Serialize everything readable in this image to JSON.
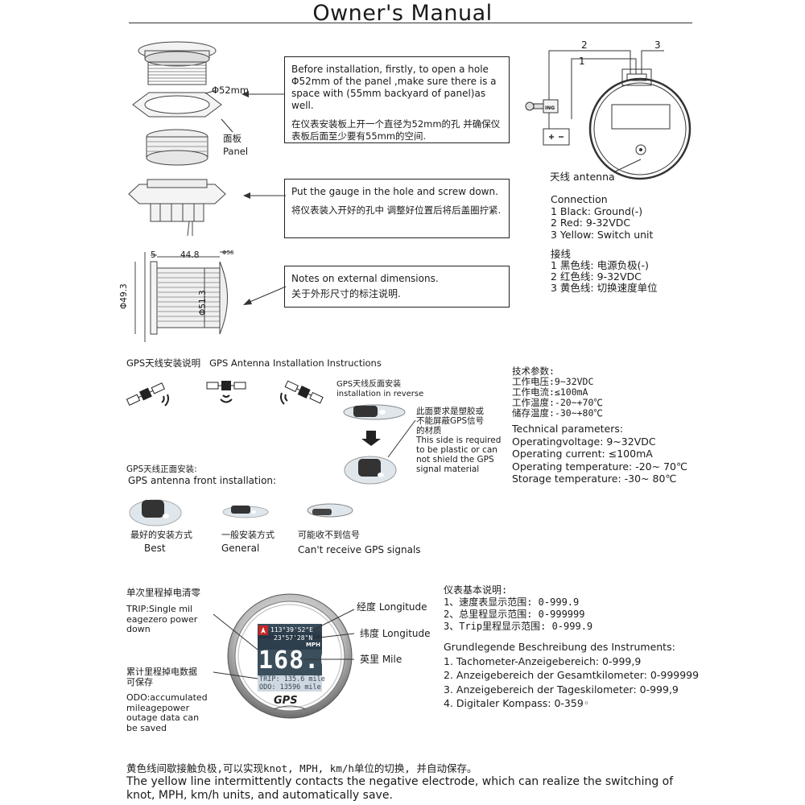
{
  "title": "Owner's Manual",
  "install": {
    "hole_label": "Φ52mm",
    "panel_zh": "面板",
    "panel_en": "Panel",
    "box1_en": "Before installation, firstly, to open a hole Φ52mm of the panel ,make sure there is a space with (55mm backyard of panel)as well.",
    "box1_zh": "在仪表安装板上开一个直径为52mm的孔 并确保仪表板后面至少要有55mm的空间.",
    "box2_en": "Put the gauge in the hole and screw down.",
    "box2_zh": "将仪表装入开好的孔中 调整好位置后将后盖圈拧紧.",
    "box3_en": "Notes on external dimensions.",
    "box3_zh": "关于外形尺寸的标注说明.",
    "dim_5": "5",
    "dim_448": "44.8",
    "dim_top": "Φ58",
    "dim_493": "Φ49.3",
    "dim_513": "Φ51.3"
  },
  "wiring": {
    "num1": "1",
    "num2": "2",
    "num3": "3",
    "ing": "ING",
    "antenna_zh": "天线",
    "antenna_en": "antenna",
    "conn_title": "Connection",
    "conn": [
      "1 Black: Ground(-)",
      "2 Red: 9-32VDC",
      "3 Yellow: Switch unit"
    ],
    "conn_zh_title": "接线",
    "conn_zh": [
      "1 黑色线: 电源负极(-)",
      "2 红色线:  9-32VDC",
      "3 黄色线: 切换速度单位"
    ]
  },
  "gps": {
    "heading_zh": "GPS天线安装说明",
    "heading_en": "GPS Antenna Installation Instructions",
    "reverse_zh": "GPS天线反面安装",
    "reverse_en": "installation in reverse",
    "note_zh1": "此面要求是塑胶或",
    "note_zh2": "不能屏蔽GPS信号",
    "note_zh3": "的材质",
    "note_en1": "This side is required",
    "note_en2": " to be plastic or can",
    "note_en3": "not shield the GPS",
    "note_en4": "signal material",
    "front_zh": "GPS天线正面安装:",
    "front_en": "GPS antenna front installation:",
    "best_zh": "最好的安装方式",
    "best_en": "Best",
    "general_zh": "一般安装方式",
    "general_en": "General",
    "cant_zh": "可能收不到信号",
    "cant_en": "Can't receive  GPS signals"
  },
  "tech": {
    "zh_title": "技术参数:",
    "zh": [
      "工作电压:9~32VDC",
      "工作电流:≤100mA",
      "工作温度:-20~+70℃",
      "储存温度:-30~+80℃"
    ],
    "en_title": "Technical parameters:",
    "en": [
      "Operatingvoltage: 9~32VDC",
      "Operating current: ≤100mA",
      "Operating temperature: -20~ 70℃",
      "Storage temperature: -30~ 80℃"
    ]
  },
  "gauge": {
    "trip_zh": "单次里程掉电清零",
    "trip_en1": "TRIP:Single mil",
    "trip_en2": "eagezero power",
    "trip_en3": " down",
    "odo_zh1": "累计里程掉电数据",
    "odo_zh2": "可保存",
    "odo_en1": "ODO:accumulated",
    "odo_en2": "  mileagepower",
    "odo_en3": "outage data can",
    "odo_en4": "be saved",
    "lon_label": "经度 Longitude",
    "lat_label": "纬度 Longitude",
    "mile_label": "英里 Mile",
    "coord1": "113°39'52\"E",
    "coord2": "23°57'28\"N",
    "unit": "MPH",
    "speed": "168.0",
    "trip_line": "TRIP:",
    "trip_val": "135.6 mile",
    "odo_line": "ODO:",
    "odo_val": "13596 mile",
    "logo": "GPS"
  },
  "basic": {
    "zh_title": "仪表基本说明:",
    "zh": [
      "1、速度表显示范围: 0-999.9",
      "2、总里程显示范围: 0-999999",
      "3、Trip里程显示范围: 0-999.9"
    ],
    "de_title": "Grundlegende Beschreibung des Instruments:",
    "de": [
      "1. Tachometer-Anzeigebereich: 0-999,9",
      "2. Anzeigebereich der Gesamtkilometer: 0-999999",
      "3. Anzeigebereich der Tageskilometer: 0-999,9",
      "4. Digitaler Kompass: 0-359◦"
    ]
  },
  "footer": {
    "zh": "黄色线间歇接触负极,可以实现knot, MPH, km/h单位的切换, 并自动保存。",
    "en1": "The yellow line intermittently contacts the negative electrode, which can realize the switching of",
    "en2": "knot, MPH, km/h units, and automatically save."
  }
}
